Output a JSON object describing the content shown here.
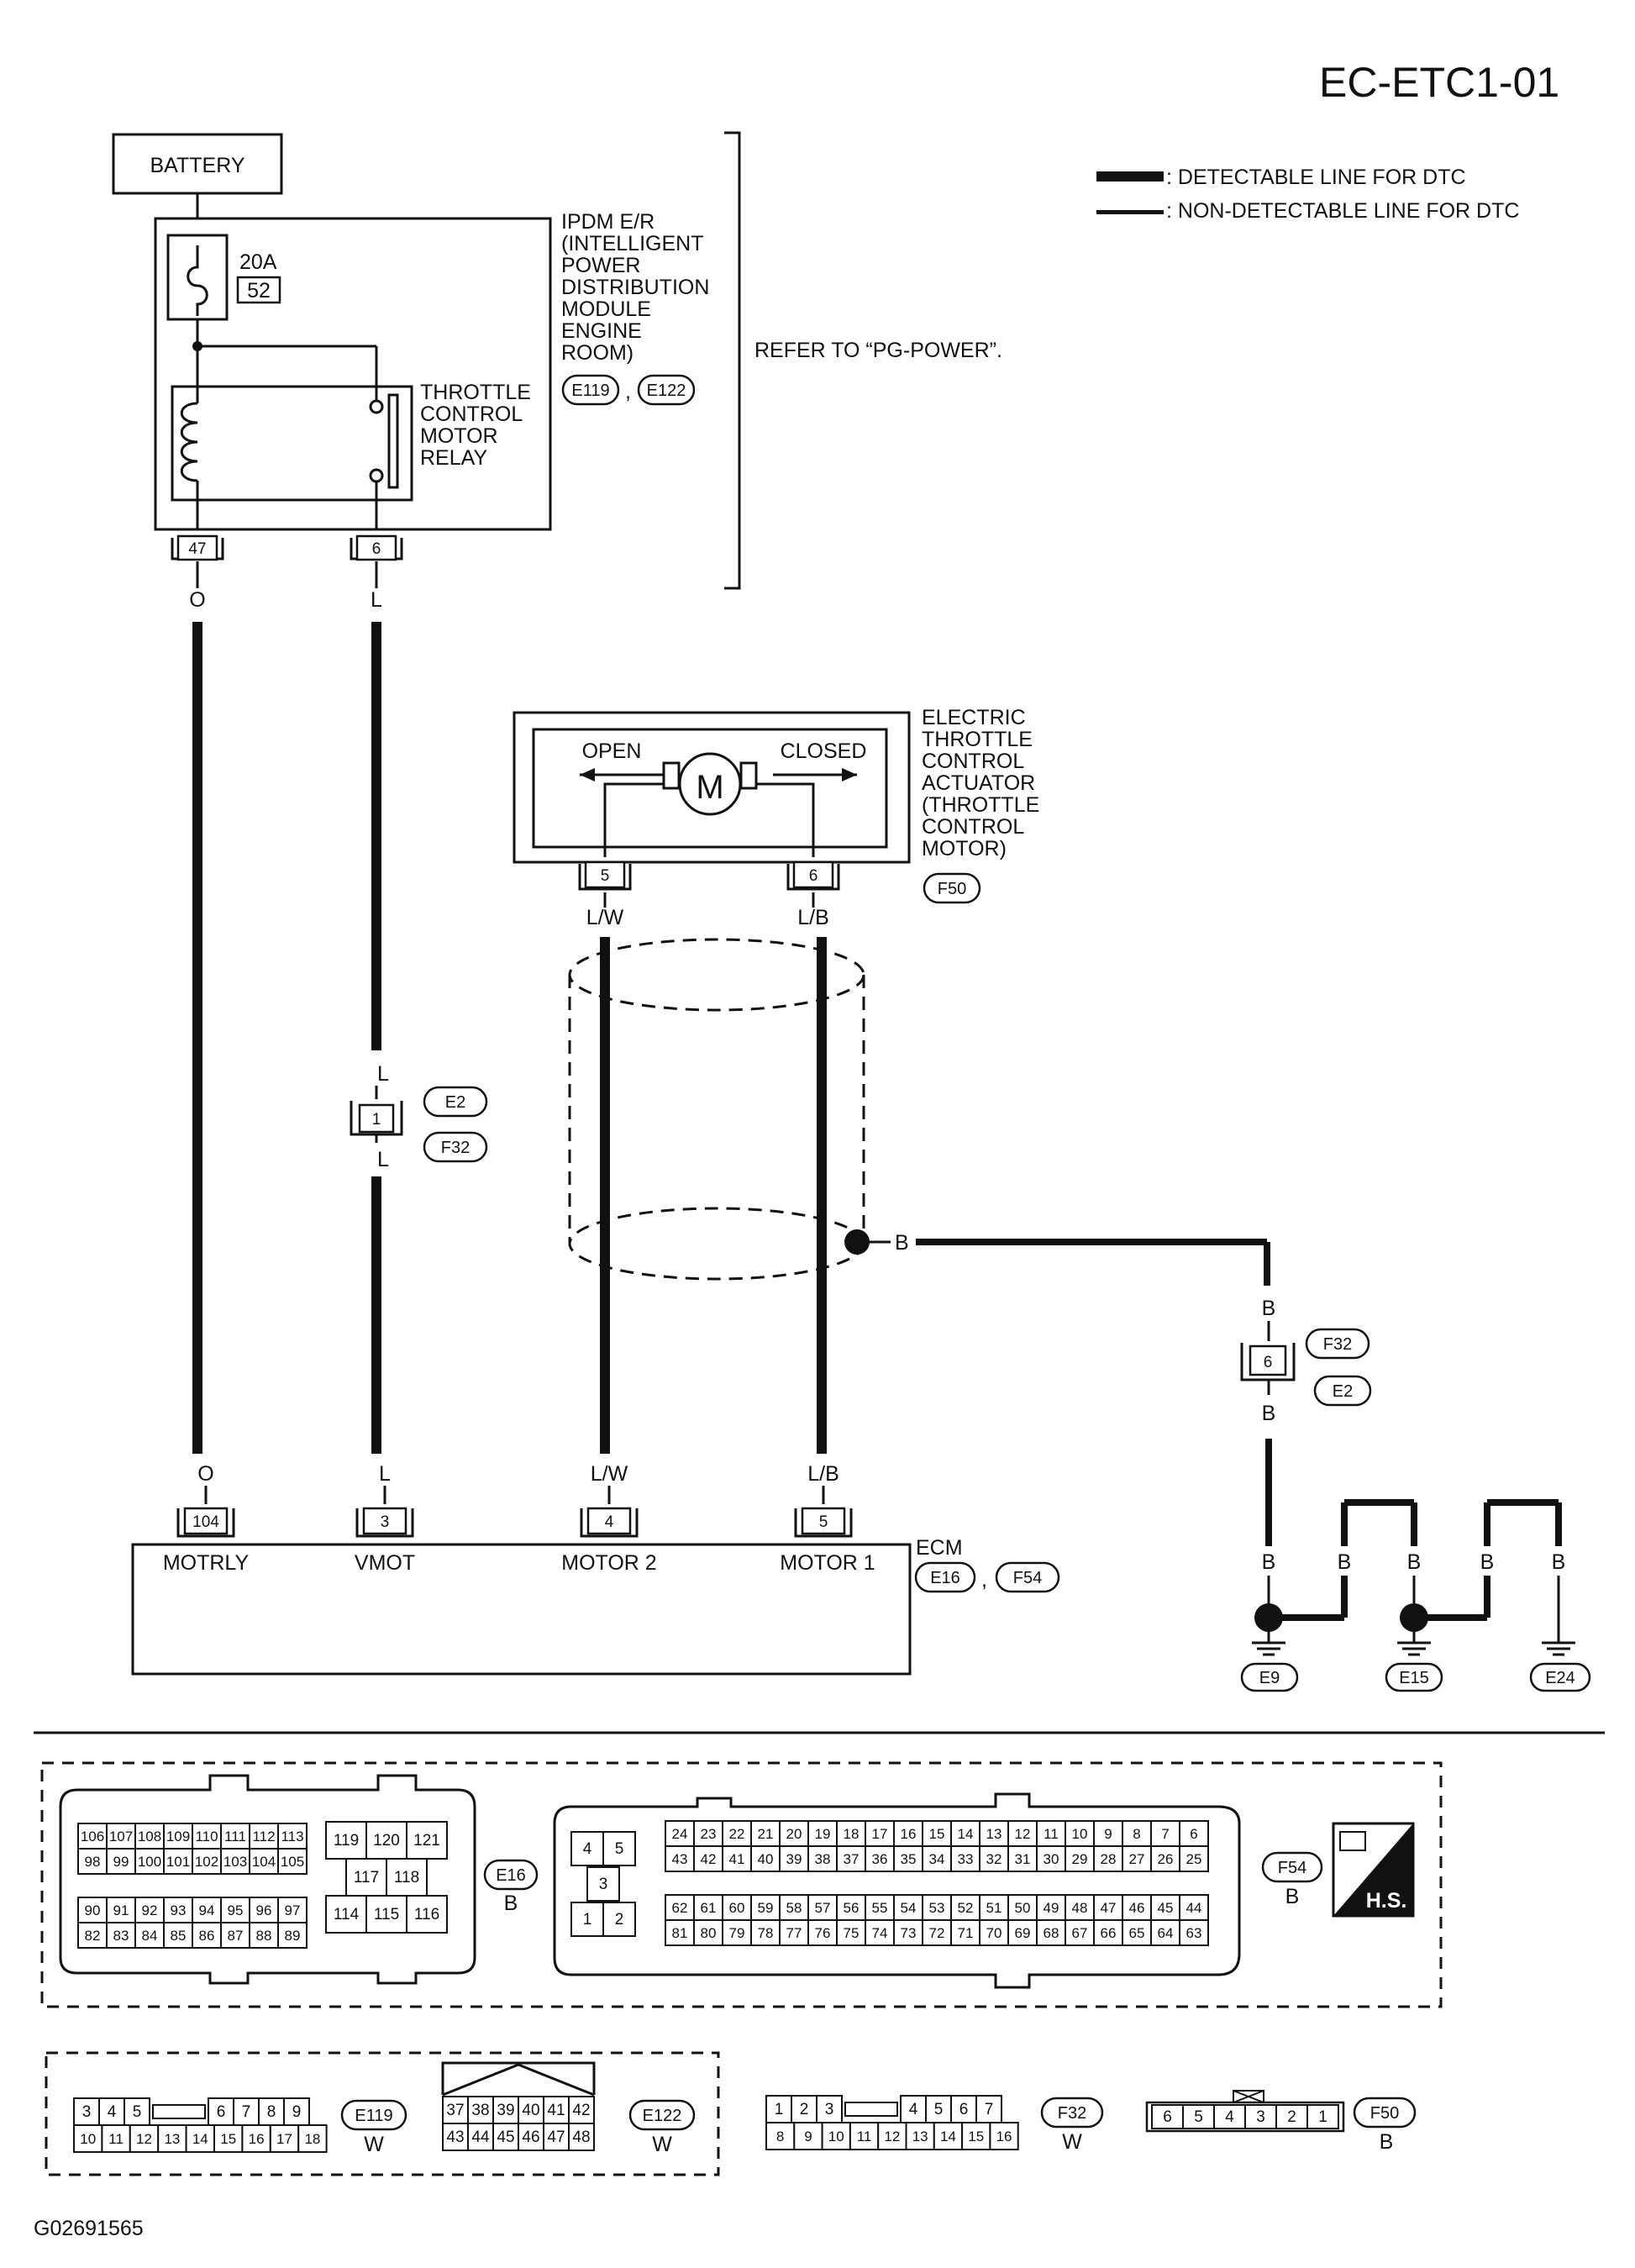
{
  "page_id": "EC-ETC1-01",
  "legend": {
    "detectable": ": DETECTABLE LINE FOR DTC",
    "non_detectable": ": NON-DETECTABLE LINE FOR DTC"
  },
  "battery": "BATTERY",
  "fuse": {
    "rating": "20A",
    "number": "52"
  },
  "ipdm": {
    "lines": [
      "IPDM E/R",
      "(INTELLIGENT",
      "POWER",
      "DISTRIBUTION",
      "MODULE",
      "ENGINE",
      "ROOM)"
    ],
    "connectors": [
      "E119",
      "E122"
    ],
    "sep": ","
  },
  "refer": "REFER TO “PG-POWER”.",
  "relay": {
    "lines": [
      "THROTTLE",
      "CONTROL",
      "MOTOR",
      "RELAY"
    ]
  },
  "ipdm_pins": [
    "47",
    "6"
  ],
  "actuator": {
    "lines": [
      "ELECTRIC",
      "THROTTLE",
      "CONTROL",
      "ACTUATOR",
      "(THROTTLE",
      "CONTROL",
      "MOTOR)"
    ],
    "connector": "F50",
    "open": "OPEN",
    "closed": "CLOSED",
    "motor": "M",
    "pins": [
      "5",
      "6"
    ]
  },
  "wires": {
    "o": "O",
    "l": "L",
    "lw": "L/W",
    "lb": "L/B",
    "b": "B"
  },
  "junction_e2": {
    "pin": "1",
    "conn_top": "E2",
    "conn_bottom": "F32"
  },
  "junction_f32": {
    "pin": "6",
    "conn_top": "F32",
    "conn_bottom": "E2"
  },
  "ecm": {
    "name": "ECM",
    "connectors": [
      "E16",
      "F54"
    ],
    "sep": ",",
    "pins": [
      {
        "num": "104",
        "label": "MOTRLY"
      },
      {
        "num": "3",
        "label": "VMOT"
      },
      {
        "num": "4",
        "label": "MOTOR 2"
      },
      {
        "num": "5",
        "label": "MOTOR 1"
      }
    ]
  },
  "grounds": [
    "E9",
    "E15",
    "E24"
  ],
  "e16": {
    "name": "E16",
    "color": "B",
    "left_top_row1": [
      "106",
      "107",
      "108",
      "109",
      "110",
      "111",
      "112",
      "113"
    ],
    "left_top_row2": [
      "98",
      "99",
      "100",
      "101",
      "102",
      "103",
      "104",
      "105"
    ],
    "left_bot_row1": [
      "90",
      "91",
      "92",
      "93",
      "94",
      "95",
      "96",
      "97"
    ],
    "left_bot_row2": [
      "82",
      "83",
      "84",
      "85",
      "86",
      "87",
      "88",
      "89"
    ],
    "right_top": [
      "119",
      "120",
      "121"
    ],
    "right_mid": [
      "117",
      "118"
    ],
    "right_bot": [
      "114",
      "115",
      "116"
    ]
  },
  "f54": {
    "name": "F54",
    "color": "B",
    "left_top": [
      "4",
      "5"
    ],
    "left_mid": "3",
    "left_bot": [
      "1",
      "2"
    ],
    "row1": [
      "24",
      "23",
      "22",
      "21",
      "20",
      "19",
      "18",
      "17",
      "16",
      "15",
      "14",
      "13",
      "12",
      "11",
      "10",
      "9",
      "8",
      "7",
      "6"
    ],
    "row2": [
      "43",
      "42",
      "41",
      "40",
      "39",
      "38",
      "37",
      "36",
      "35",
      "34",
      "33",
      "32",
      "31",
      "30",
      "29",
      "28",
      "27",
      "26",
      "25"
    ],
    "row3": [
      "62",
      "61",
      "60",
      "59",
      "58",
      "57",
      "56",
      "55",
      "54",
      "53",
      "52",
      "51",
      "50",
      "49",
      "48",
      "47",
      "46",
      "45",
      "44"
    ],
    "row4": [
      "81",
      "80",
      "79",
      "78",
      "77",
      "76",
      "75",
      "74",
      "73",
      "72",
      "71",
      "70",
      "69",
      "68",
      "67",
      "66",
      "65",
      "64",
      "63"
    ]
  },
  "hs_badge": "H.S.",
  "e119": {
    "name": "E119",
    "color": "W",
    "row1": [
      "3",
      "4",
      "5",
      "",
      "6",
      "7",
      "8",
      "9"
    ],
    "row2": [
      "10",
      "11",
      "12",
      "13",
      "14",
      "15",
      "16",
      "17",
      "18"
    ]
  },
  "e122": {
    "name": "E122",
    "color": "W",
    "row1": [
      "37",
      "38",
      "39",
      "40",
      "41",
      "42"
    ],
    "row2": [
      "43",
      "44",
      "45",
      "46",
      "47",
      "48"
    ]
  },
  "f32": {
    "name": "F32",
    "color": "W",
    "row1": [
      "1",
      "2",
      "3",
      "",
      "4",
      "5",
      "6",
      "7"
    ],
    "row2": [
      "8",
      "9",
      "10",
      "11",
      "12",
      "13",
      "14",
      "15",
      "16"
    ]
  },
  "f50": {
    "name": "F50",
    "color": "B",
    "row": [
      "6",
      "5",
      "4",
      "3",
      "2",
      "1"
    ]
  },
  "figure_id": "G02691565"
}
